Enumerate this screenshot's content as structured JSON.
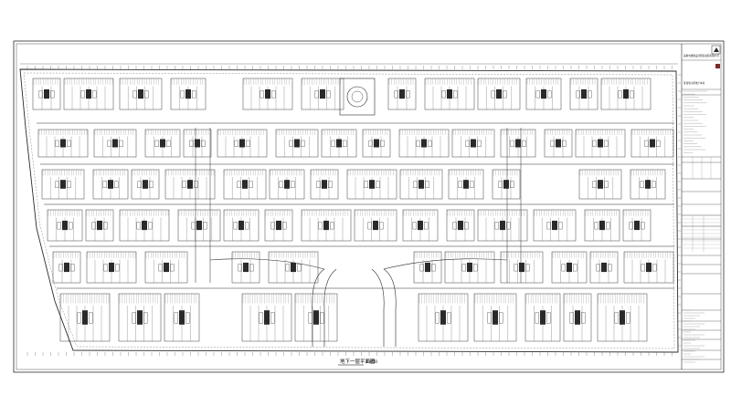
{
  "drawing": {
    "plan_title": "地下一层平面图",
    "plan_scale": "1:400"
  },
  "title_block": {
    "company": "深圳市建筑设计研究总院有限公司",
    "project": "某住宅小区地下车库"
  },
  "colors": {
    "line": "#2a2a2a",
    "light_line": "#555555",
    "background": "#ffffff"
  }
}
